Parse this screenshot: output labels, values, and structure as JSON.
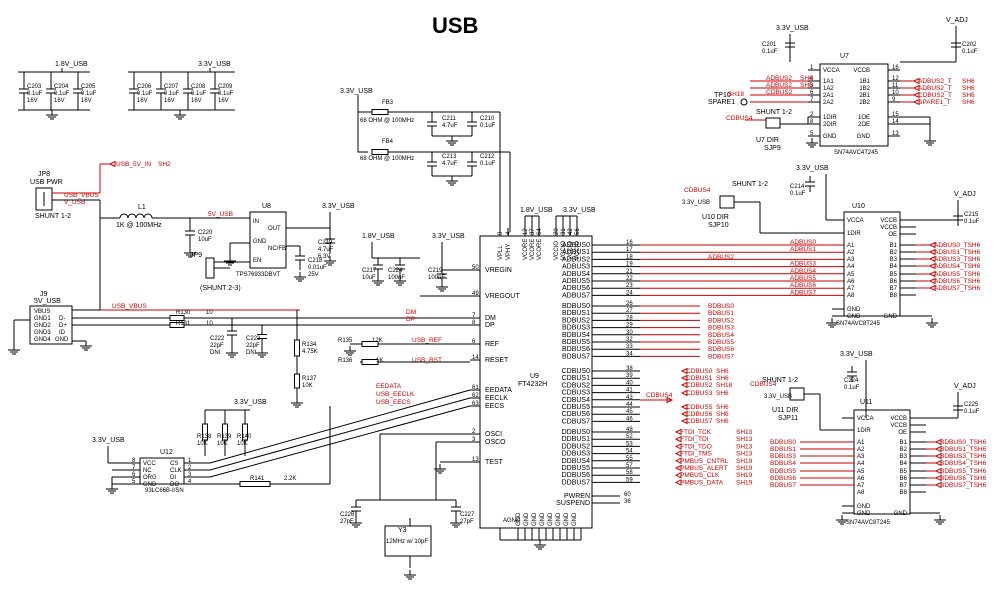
{
  "title": "USB",
  "passives": {
    "caps_18": [
      {
        "ref": "C203",
        "val": "0.1uF",
        "v": "16V"
      },
      {
        "ref": "C204",
        "val": "0.1uF",
        "v": "16V"
      },
      {
        "ref": "C205",
        "val": "0.1uF",
        "v": "16V"
      }
    ],
    "caps_33": [
      {
        "ref": "C206",
        "val": "0.1uF",
        "v": "16V"
      },
      {
        "ref": "C207",
        "val": "0.1uF",
        "v": "16V"
      },
      {
        "ref": "C208",
        "val": "0.1uF",
        "v": "16V"
      },
      {
        "ref": "C209",
        "val": "0.1uF",
        "v": "16V"
      }
    ],
    "rail_18": "1.8V_USB",
    "rail_33": "3.3V_USB",
    "v_adj": "V_ADJ"
  },
  "ferrites": {
    "fb3": {
      "ref": "FB3",
      "val": "68 OHM @ 100MHz"
    },
    "fb4": {
      "ref": "FB4",
      "val": "68 OHM @ 100MHz"
    },
    "c211": {
      "ref": "C211",
      "val": "4.7uF"
    },
    "c210": {
      "ref": "C210",
      "val": "0.1uF"
    },
    "c213": {
      "ref": "C213",
      "val": "4.7uF"
    },
    "c212": {
      "ref": "C212",
      "val": "0.1uF"
    }
  },
  "jp8": {
    "ref": "JP8",
    "name": "USB PWR",
    "shunt": "SHUNT 1-2",
    "net_in": "USB_5V_IN",
    "sheet": "SH2",
    "net_vbus": "USB_VBUS",
    "net_v": "V_USB"
  },
  "l1": {
    "ref": "L1",
    "val": "1K @ 100MHz"
  },
  "u8": {
    "ref": "U8",
    "part": "TPS76933DBVT",
    "pins": [
      "IN",
      "GND",
      "EN",
      "OUT",
      "NC/FB"
    ],
    "net": "5V_USB"
  },
  "c220": {
    "ref": "C220",
    "val": "10uF"
  },
  "c219": {
    "ref": "C219",
    "val": "4.7uF",
    "v": "6.3V"
  },
  "c218": {
    "ref": "C218",
    "val": "0.01uF",
    "v": "25V"
  },
  "jp9": {
    "ref": "JP9",
    "shunt": "(SHUNT 2-3)"
  },
  "j9": {
    "ref": "J9",
    "name": "5V_USB",
    "pins": [
      "VBUS",
      "GND1",
      "GND2",
      "GND3",
      "GND4",
      "D-",
      "D+",
      "ID",
      "GND"
    ]
  },
  "usb_vbus": "USB_VBUS",
  "dm_res": [
    {
      "ref": "R130",
      "val": "10"
    },
    {
      "ref": "R131",
      "val": "10"
    }
  ],
  "c222": {
    "ref": "C222",
    "val": "22pF",
    "note": "DNI"
  },
  "c223": {
    "ref": "C223",
    "val": "22pF",
    "note": "DNI"
  },
  "r134": {
    "ref": "R134",
    "val": "4.75K"
  },
  "r137": {
    "ref": "R137",
    "val": "10K"
  },
  "r135": {
    "ref": "R135",
    "val": "12K",
    "net": "USB_REF"
  },
  "r136": {
    "ref": "R136",
    "val": "1K",
    "net": "USB_RST"
  },
  "dm_net": "DM",
  "dp_net": "DP",
  "c217": {
    "ref": "C217",
    "val": "10uF"
  },
  "c224b": {
    "ref": "C224",
    "val": "100nF"
  },
  "c219b": {
    "ref": "C219",
    "val": "100nF"
  },
  "u9": {
    "ref": "U9",
    "part": "FT4232H",
    "left_pins": [
      {
        "n": "50",
        "name": "VREGIN"
      },
      {
        "n": "49",
        "name": "VREGOUT"
      },
      {
        "n": "7",
        "name": "DM"
      },
      {
        "n": "8",
        "name": "DP"
      },
      {
        "n": "6",
        "name": "REF"
      },
      {
        "n": "14",
        "name": "RESET"
      },
      {
        "n": "61",
        "name": "EEDATA"
      },
      {
        "n": "62",
        "name": "EECLK"
      },
      {
        "n": "63",
        "name": "EECS"
      },
      {
        "n": "2",
        "name": "OSCI"
      },
      {
        "n": "3",
        "name": "OSCO"
      },
      {
        "n": "13",
        "name": "TEST"
      }
    ],
    "top_pins": [
      "VPLL",
      "VPHY",
      "VCORE",
      "VCORE",
      "VCORE",
      "VCCIO",
      "VCCIO",
      "VCCIO",
      "VCCIO"
    ],
    "top_nums": [
      "9",
      "4",
      "12",
      "37",
      "64",
      "20",
      "31",
      "42",
      "56"
    ],
    "adbus": [
      "ADBUS0",
      "ADBUS1",
      "ADBUS2",
      "ADBUS3",
      "ADBUS4",
      "ADBUS5",
      "ADBUS6",
      "ADBUS7"
    ],
    "adbus_n": [
      "16",
      "17",
      "18",
      "19",
      "21",
      "22",
      "23",
      "24"
    ],
    "bdbus": [
      "BDBUS0",
      "BDBUS1",
      "BDBUS2",
      "BDBUS3",
      "BDBUS4",
      "BDBUS5",
      "BDBUS6",
      "BDBUS7"
    ],
    "bdbus_n": [
      "26",
      "27",
      "28",
      "29",
      "30",
      "32",
      "33",
      "34"
    ],
    "cdbus": [
      "CDBUS0",
      "CDBUS1",
      "CDBUS2",
      "CDBUS3",
      "CDBUS4",
      "CDBUS5",
      "CDBUS6",
      "CDBUS7"
    ],
    "cdbus_n": [
      "38",
      "39",
      "40",
      "41",
      "43",
      "44",
      "45",
      "46"
    ],
    "ddbus": [
      "DDBUS0",
      "DDBUS1",
      "DDBUS2",
      "DDBUS3",
      "DDBUS4",
      "DDBUS5",
      "DDBUS6",
      "DDBUS7"
    ],
    "ddbus_n": [
      "48",
      "52",
      "53",
      "54",
      "55",
      "57",
      "58",
      "59"
    ],
    "pwren": "PWREN",
    "suspend": "SUSPEND",
    "pwren_n": "60",
    "suspend_n": "36",
    "agnd": "AGND",
    "gnd_pins": [
      "GND",
      "GND",
      "GND",
      "GND",
      "GND",
      "GND",
      "GND",
      "GND"
    ],
    "gnd_nums": [
      "10",
      "1",
      "5",
      "11",
      "15",
      "25",
      "35",
      "47",
      "51"
    ]
  },
  "adbus_nets": [
    "ADBUS0",
    "ADBUS1",
    "ADBUS2",
    "ADBUS3",
    "ADBUS4",
    "ADBUS5",
    "ADBUS6",
    "ADBUS7"
  ],
  "adbus_mid": "ADBUS2",
  "bdbus_nets": [
    "BDBUS0",
    "BDBUS1",
    "BDBUS2",
    "BDBUS3",
    "BDBUS4",
    "BDBUS5",
    "BDBUS6",
    "BDBUS7"
  ],
  "cdbus_nets": [
    {
      "net": "CDBUS0",
      "sh": "SH6"
    },
    {
      "net": "CDBUS1",
      "sh": "SH6"
    },
    {
      "net": "CDBUS2",
      "sh": "SH18"
    },
    {
      "net": "CDBUS3",
      "sh": "SH6"
    },
    {
      "net": "CDBUS5",
      "sh": "SH6"
    },
    {
      "net": "CDBUS6",
      "sh": "SH6"
    },
    {
      "net": "CDBUS7",
      "sh": "SH6"
    }
  ],
  "cdbus4": "CDBUS4",
  "ddbus_nets": [
    {
      "net": "FTDI_TCK",
      "sh": "SH13"
    },
    {
      "net": "FTDI_TDI",
      "sh": "SH13"
    },
    {
      "net": "FTDI_TDO",
      "sh": "SH13"
    },
    {
      "net": "FTDI_TMS",
      "sh": "SH13"
    },
    {
      "net": "PMBUS_CNTRL",
      "sh": "SH19"
    },
    {
      "net": "PMBUS_ALERT",
      "sh": "SH19"
    },
    {
      "net": "PMBUS_CLK",
      "sh": "SH19"
    },
    {
      "net": "PMBUS_DATA",
      "sh": "SH19"
    }
  ],
  "u12": {
    "ref": "U12",
    "part": "93LC66B-I/SN",
    "left": [
      "VCC",
      "NC",
      "ORG",
      "GND"
    ],
    "right": [
      "CS",
      "CLK",
      "DI",
      "DO"
    ],
    "ln": [
      "8",
      "7",
      "6",
      "5"
    ],
    "rn": [
      "1",
      "2",
      "3",
      "4"
    ]
  },
  "ee_res": [
    {
      "ref": "R138",
      "val": "10K"
    },
    {
      "ref": "R139",
      "val": "10K"
    },
    {
      "ref": "R140",
      "val": "10K"
    }
  ],
  "r141": {
    "ref": "R141",
    "val": "2.2K"
  },
  "ee_nets": [
    "EEDATA",
    "USB_EECLK",
    "USB_EECS"
  ],
  "y3": {
    "ref": "Y3",
    "val": "12MHz w/ 10pF"
  },
  "c226": {
    "ref": "C226",
    "val": "27pF"
  },
  "c227": {
    "ref": "C227",
    "val": "27pF"
  },
  "u7": {
    "ref": "U7",
    "part": "SN74AVC4T245",
    "left": [
      "VCCA",
      "1A1",
      "1A2",
      "2A1",
      "2A2",
      "1DIR",
      "2DIR",
      "GND"
    ],
    "right": [
      "VCCB",
      "1B1",
      "1B2",
      "2B1",
      "2B2",
      "1OE",
      "2OE",
      "GND"
    ],
    "ln": [
      "1",
      "4",
      "3",
      "6",
      "7",
      "2",
      "8",
      "5"
    ],
    "rn": [
      "16",
      "12",
      "11",
      "10",
      "9",
      "15",
      "14",
      "13"
    ],
    "in_nets": [
      {
        "net": "ADBUS2",
        "sh": "SH6"
      },
      {
        "net": "ADBUS2",
        "sh": "SH6"
      },
      {
        "net": "CDBUS2",
        "sh": "SH18"
      },
      {
        "net": "",
        "": ""
      }
    ],
    "out_nets": [
      {
        "net": "ADBUS2_T",
        "sh": "SH6"
      },
      {
        "net": "ADBUS2_T",
        "sh": "SH6"
      },
      {
        "net": "CDBUS2_T",
        "sh": "SH6"
      },
      {
        "net": "SPARE1_T",
        "sh": "SH6"
      }
    ],
    "tp": "TP10",
    "tp_net": "SPARE1",
    "c201": {
      "ref": "C201",
      "val": "0.1uF"
    },
    "c202": {
      "ref": "C202",
      "val": "0.1uF"
    },
    "dir_net": "CDBUS4",
    "shunt": "SHUNT 1-2",
    "jumper": "U7 DIR",
    "sjp": "SJP9"
  },
  "u10": {
    "ref": "U10",
    "part": "SN74AVC8T245",
    "left": [
      "VCCA",
      "1DIR",
      "A1",
      "A2",
      "A3",
      "A4",
      "A5",
      "A6",
      "A7",
      "A8",
      "GND",
      "GND"
    ],
    "right": [
      "VCCB",
      "VCCB",
      "OE",
      "B1",
      "B2",
      "B3",
      "B4",
      "B5",
      "B6",
      "B7",
      "B8",
      "GND"
    ],
    "c214": {
      "ref": "C214",
      "val": "0.1uF"
    },
    "c215": {
      "ref": "C215",
      "val": "0.1uF"
    },
    "dir_net": "CDBUS4",
    "shunt": "SHUNT 1-2",
    "jumper": "U10 DIR",
    "sjp": "SJP10",
    "outs": [
      "ADBUS0_TSH6",
      "ADBUS1_TSH6",
      "ADBUS3_TSH6",
      "ADBUS4_TSH6",
      "ADBUS5_TSH6",
      "ADBUS6_TSH6",
      "ADBUS7_TSH6"
    ]
  },
  "u11": {
    "ref": "U11",
    "part": "SN74AVC8T245",
    "left": [
      "VCCA",
      "1DIR",
      "A1",
      "A2",
      "A3",
      "A4",
      "A5",
      "A6",
      "A7",
      "A8",
      "GND",
      "GND"
    ],
    "right": [
      "VCCB",
      "VCCB",
      "OE",
      "B1",
      "B2",
      "B3",
      "B4",
      "B5",
      "B6",
      "B7",
      "B8",
      "GND"
    ],
    "c224": {
      "ref": "C224",
      "val": "0.1uF"
    },
    "c225": {
      "ref": "C225",
      "val": "0.1uF"
    },
    "dir_net": "CDBUS4",
    "shunt": "SHUNT 1-2",
    "jumper": "U11 DIR",
    "sjp": "SJP11",
    "ins": [
      "BDBUS0",
      "BDBUS1",
      "BDBUS3",
      "BDBUS4",
      "BDBUS5",
      "BDBUS6",
      "BDBUS7"
    ],
    "outs": [
      "BDBUS0_TSH6",
      "BDBUS1_TSH6",
      "BDBUS3_TSH6",
      "BDBUS4_TSH6",
      "BDBUS5_TSH6",
      "BDBUS6_TSH6",
      "BDBUS7_TSH6"
    ]
  },
  "misc": {
    "usb_sh": "SH2",
    "gnd": "GND",
    "pin3": "3",
    "pin2": "2",
    "pin1": "1"
  }
}
